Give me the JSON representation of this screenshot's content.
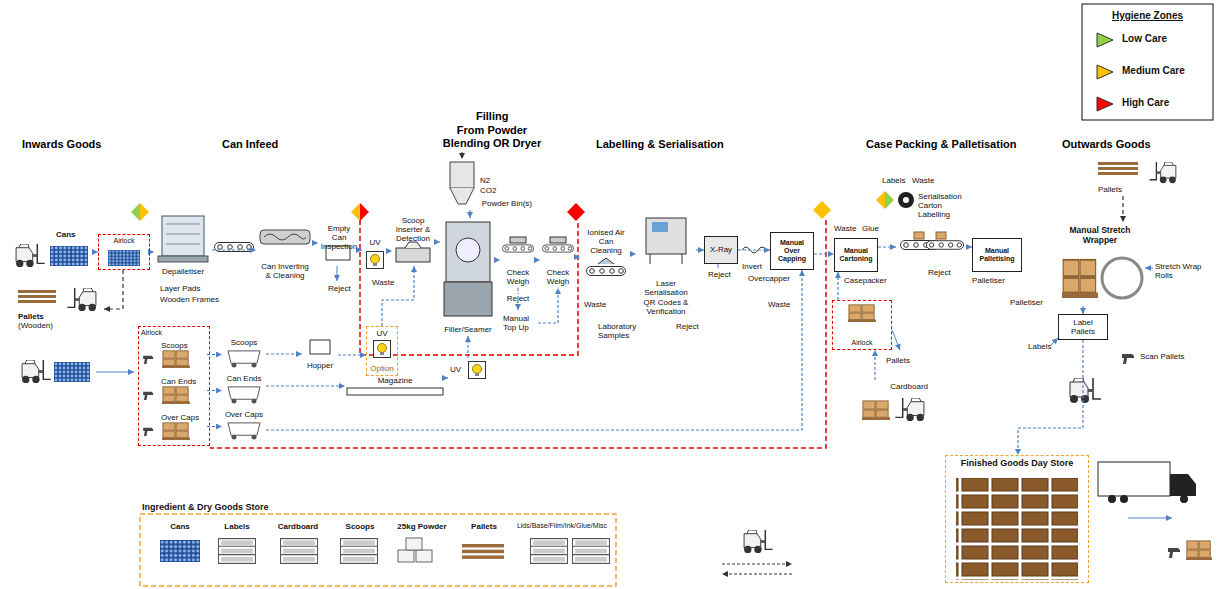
{
  "diagram": {
    "nodes": [
      {
        "text": [
          "Cans"
        ]
      },
      {
        "text": [
          "Airlock"
        ]
      },
      {
        "text": [
          "Depalletiser"
        ]
      },
      {
        "text": [
          "Can Inverting & Cleaning"
        ]
      },
      {
        "text": [
          "Empty Can Inspection"
        ]
      },
      {
        "text": [
          "UV"
        ]
      },
      {
        "text": [
          "Scoop Inserter & Detection"
        ]
      },
      {
        "text": [
          "Filler/Seamer"
        ]
      },
      {
        "text": [
          "Powder Bin(s)"
        ]
      },
      {
        "text": [
          "Check Weigh"
        ]
      },
      {
        "text": [
          "Check Weigh"
        ]
      },
      {
        "text": [
          "Manual Top Up"
        ]
      },
      {
        "text": [
          "Ionised Air Can Cleaning"
        ]
      },
      {
        "text": [
          "Laser Serialisation QR Codes & Verification"
        ]
      },
      {
        "text": [
          "X-Ray"
        ]
      },
      {
        "text": [
          "Manual Over Capping"
        ]
      },
      {
        "text": [
          "Manual Cartoning"
        ]
      },
      {
        "text": [
          "Serialisation Carton Labelling"
        ]
      },
      {
        "text": [
          "Manual Palletising"
        ]
      },
      {
        "text": [
          "Manual Stretch Wrapper"
        ]
      },
      {
        "text": [
          "Label Pallets"
        ]
      },
      {
        "text": [
          "Finished Goods Day Store"
        ]
      },
      {
        "text": [
          "Pallets"
        ]
      },
      {
        "text": [
          "Airlock"
        ]
      },
      {
        "text": [
          "Scoops"
        ],
        "in": 23
      },
      {
        "text": [
          "Can Ends"
        ],
        "in": 23
      },
      {
        "text": [
          "Over Caps"
        ],
        "in": 23
      },
      {
        "text": [
          "Scoops"
        ]
      },
      {
        "text": [
          "Can Ends"
        ]
      },
      {
        "text": [
          "Over Caps"
        ]
      },
      {
        "text": [
          "Hopper"
        ]
      },
      {
        "text": [
          "UV",
          "Option"
        ]
      },
      {
        "text": [
          "UV"
        ]
      },
      {
        "text": [
          "Magazine"
        ]
      },
      {
        "text": [
          "Pallets",
          "(Wooden)"
        ]
      },
      {
        "text": [
          "Airlock"
        ]
      },
      {
        "text": [
          "Cardboard"
        ]
      },
      {
        "text": [
          "Ingredient & Dry Goods Store"
        ]
      },
      {
        "text": [
          "Cans"
        ],
        "in": 37
      },
      {
        "text": [
          "Labels"
        ],
        "in": 37
      },
      {
        "text": [
          "Cardboard"
        ],
        "in": 37
      },
      {
        "text": [
          "Scoops"
        ],
        "in": 37
      },
      {
        "text": [
          "25kg Powder"
        ],
        "in": 37
      },
      {
        "text": [
          "Pallets"
        ],
        "in": 37
      },
      {
        "text": [
          "Lids/Base/Film/Ink/Glue/Misc"
        ],
        "in": 37
      }
    ],
    "edges": [
      {
        "from": 0,
        "to": 1,
        "arrow": "to"
      },
      {
        "from": 1,
        "to": 2,
        "arrow": "to"
      },
      {
        "from": 2,
        "to": 3,
        "arrow": "to"
      },
      {
        "from": 3,
        "to": 4,
        "arrow": "to"
      },
      {
        "from": 4,
        "to": 5,
        "arrow": "to"
      },
      {
        "from": 5,
        "to": 6,
        "arrow": "to"
      },
      {
        "from": 6,
        "to": 7,
        "arrow": "to"
      },
      {
        "from": 8,
        "to": 7,
        "arrow": "to"
      },
      {
        "from": 7,
        "to": 9,
        "arrow": "to"
      },
      {
        "from": 9,
        "to": 11,
        "arrow": "to",
        "label": "Reject"
      },
      {
        "from": 11,
        "to": 10,
        "arrow": "to"
      },
      {
        "from": 9,
        "to": 10,
        "arrow": "to"
      },
      {
        "from": 10,
        "to": 12,
        "arrow": "to"
      },
      {
        "from": 12,
        "to": 13,
        "arrow": "to"
      },
      {
        "from": 13,
        "to": 14,
        "arrow": "to"
      },
      {
        "from": 14,
        "to": 15,
        "arrow": "to"
      },
      {
        "from": 15,
        "to": 16,
        "arrow": "to"
      },
      {
        "from": 16,
        "to": 17,
        "arrow": "to"
      },
      {
        "from": 17,
        "to": 18,
        "arrow": "to"
      },
      {
        "from": 1,
        "to": 34,
        "arrow": "to"
      },
      {
        "from": 24,
        "to": 27,
        "arrow": "to"
      },
      {
        "from": 25,
        "to": 28,
        "arrow": "to"
      },
      {
        "from": 26,
        "to": 29,
        "arrow": "to"
      },
      {
        "from": 27,
        "to": 30,
        "arrow": "to"
      },
      {
        "from": 30,
        "to": 31,
        "arrow": "to"
      },
      {
        "from": 31,
        "to": 6,
        "arrow": "to"
      },
      {
        "from": 28,
        "to": 33,
        "arrow": "to"
      },
      {
        "from": 33,
        "to": 32,
        "arrow": "to"
      },
      {
        "from": 32,
        "to": 7,
        "arrow": "to"
      },
      {
        "from": 29,
        "to": 15,
        "arrow": "to"
      },
      {
        "from": 36,
        "to": 35,
        "arrow": "to"
      },
      {
        "from": 35,
        "to": 16,
        "arrow": "to"
      },
      {
        "from": 22,
        "to": 19,
        "arrow": "to"
      },
      {
        "from": 19,
        "to": 20,
        "arrow": "to"
      },
      {
        "from": 20,
        "to": 21,
        "arrow": "to"
      }
    ],
    "labels": [
      "Inwards Goods",
      "Can Infeed",
      "Filling",
      "From Powder Blending OR Dryer",
      "Labelling & Serialisation",
      "Case Packing & Palletisation",
      "Outwards Goods",
      "Hygiene Zones",
      "Layer Pads",
      "Wooden Frames",
      "Reject",
      "Waste",
      "N2",
      "CO2",
      "Waste",
      "Laboratory Samples",
      "Reject",
      "Reject",
      "Invert",
      "Overcapper",
      "Waste",
      "Casepacker",
      "Waste",
      "Glue",
      "Labels",
      "Waste",
      "Reject",
      "Palletiser",
      "Palletiser",
      "Pallets",
      "Stretch Wrap Rolls",
      "Labels",
      "Scan Pallets"
    ],
    "legend": [
      {
        "text": "Low Care",
        "color": "#92d050"
      },
      {
        "text": "Medium Care",
        "color": "#ffc000"
      },
      {
        "text": "High Care",
        "color": "#ff0000"
      }
    ]
  }
}
